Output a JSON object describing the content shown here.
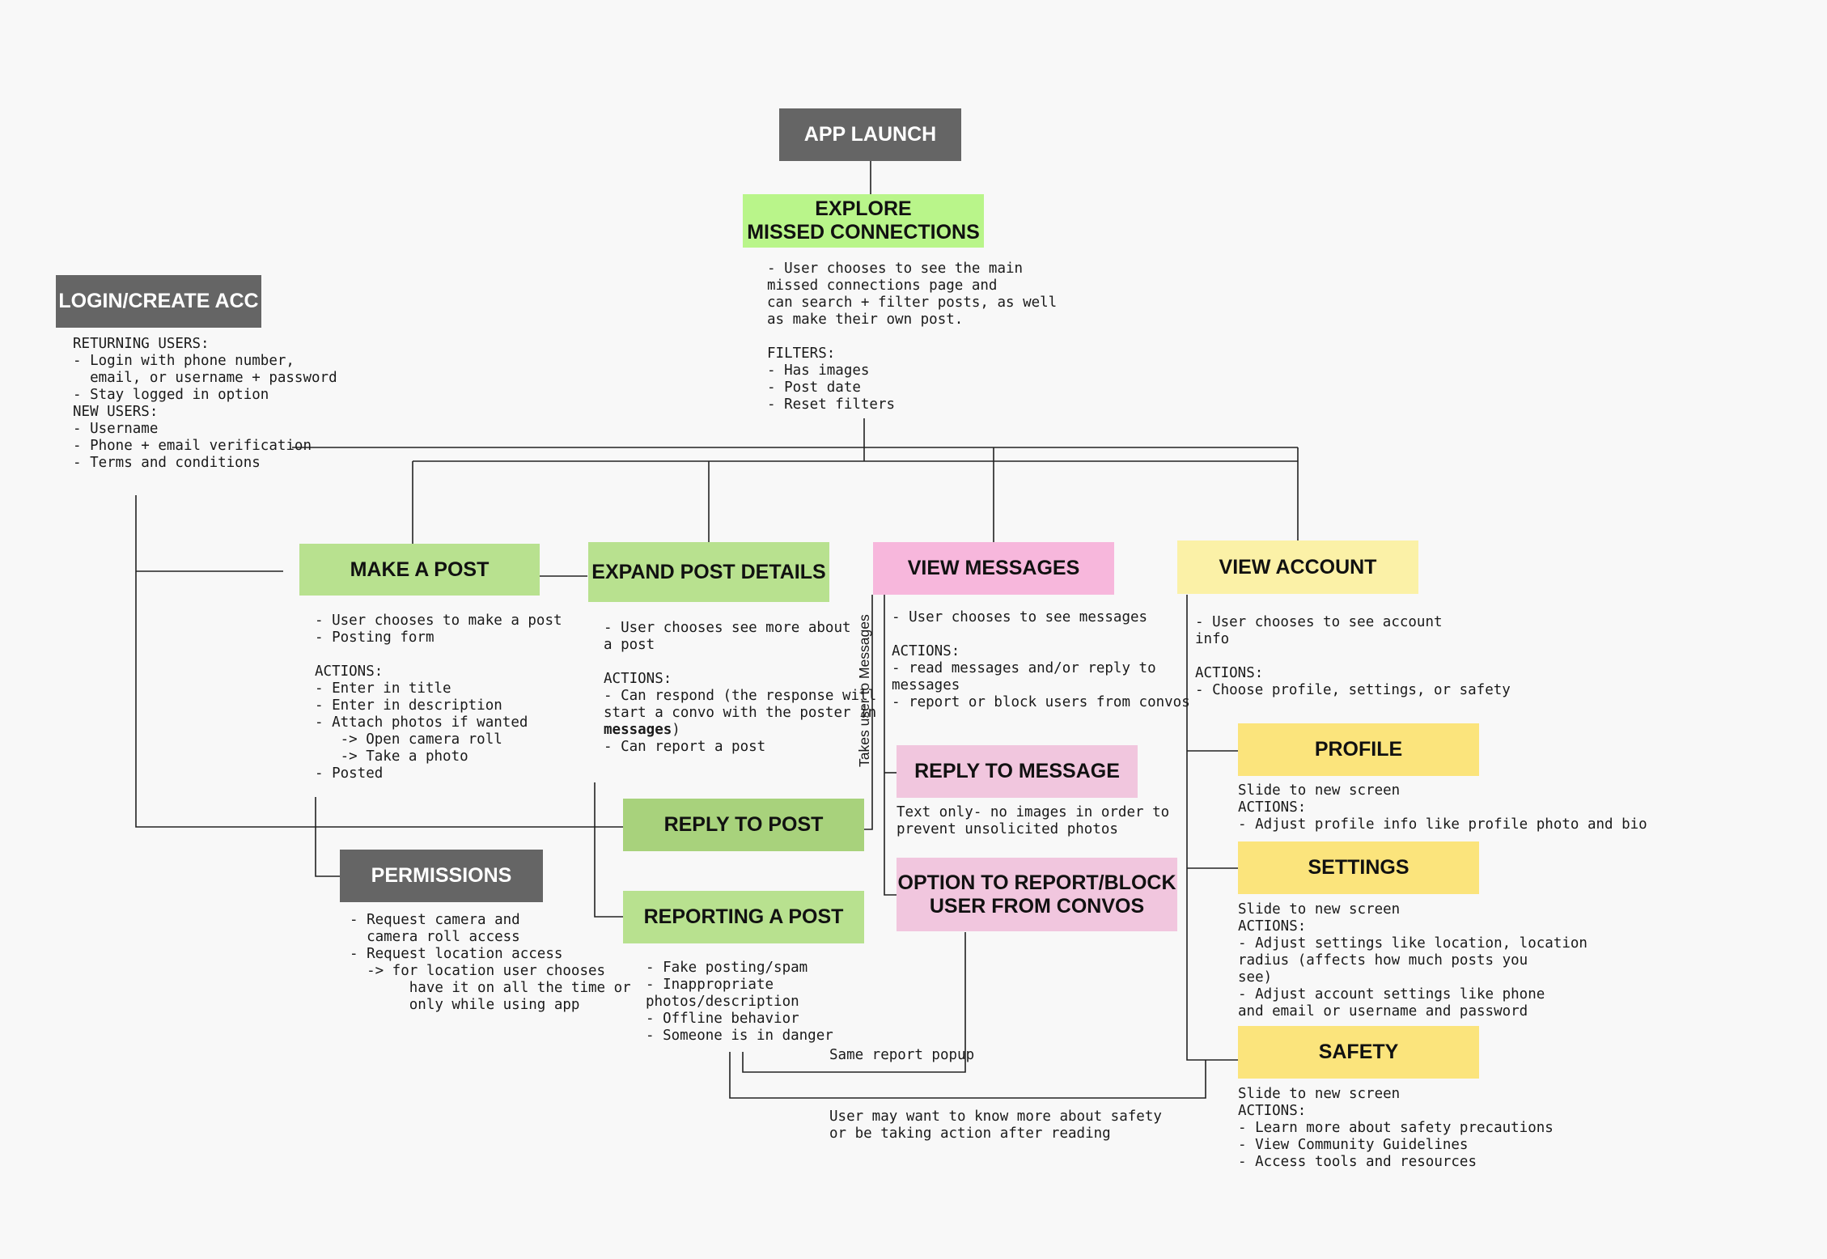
{
  "nodes": {
    "app_launch": "APP LAUNCH",
    "explore": "EXPLORE\nMISSED CONNECTIONS",
    "login": "LOGIN/CREATE ACC",
    "make_post": "MAKE A POST",
    "expand_post": "EXPAND POST DETAILS",
    "view_messages": "VIEW MESSAGES",
    "view_account": "VIEW ACCOUNT",
    "reply_to_post": "REPLY TO POST",
    "reporting_post": "REPORTING A POST",
    "permissions": "PERMISSIONS",
    "reply_to_message": "REPLY TO MESSAGE",
    "report_block": "OPTION TO REPORT/BLOCK\nUSER FROM CONVOS",
    "profile": "PROFILE",
    "settings": "SETTINGS",
    "safety": "SAFETY"
  },
  "notes": {
    "explore": "- User chooses to see the main\nmissed connections page and\ncan search + filter posts, as well\nas make their own post.\n\nFILTERS:\n- Has images\n- Post date\n- Reset filters",
    "login": "RETURNING USERS:\n- Login with phone number,\n  email, or username + password\n- Stay logged in option\nNEW USERS:\n- Username\n- Phone + email verification\n- Terms and conditions",
    "make_post": "- User chooses to make a post\n- Posting form\n\nACTIONS:\n- Enter in title\n- Enter in description\n- Attach photos if wanted\n   -> Open camera roll\n   -> Take a photo\n- Posted",
    "expand_post_a": "- User chooses see more about\na post\n\nACTIONS:\n- Can respond (the response will\nstart a convo with the poster in\n",
    "expand_post_bold": "messages",
    "expand_post_b": ")\n- Can report a post",
    "view_messages": "- User chooses to see messages\n\nACTIONS:\n- read messages and/or reply to\nmessages\n- report or block users from convos",
    "view_account": "- User chooses to see account\ninfo\n\nACTIONS:\n- Choose profile, settings, or safety",
    "permissions": "- Request camera and\n  camera roll access\n- Request location access\n  -> for location user chooses\n       have it on all the time or\n       only while using app",
    "reporting_post": "- Fake posting/spam\n- Inappropriate\nphotos/description\n- Offline behavior\n- Someone is in danger",
    "reply_to_message": "Text only- no images in order to\nprevent unsolicited photos",
    "profile": "Slide to new screen\nACTIONS:\n- Adjust profile info like profile photo and bio",
    "settings": "Slide to new screen\nACTIONS:\n- Adjust settings like location, location\nradius (affects how much posts you\nsee)\n- Adjust account settings like phone\nand email or username and password",
    "safety": "Slide to new screen\nACTIONS:\n- Learn more about safety precautions\n- View Community Guidelines\n- Access tools and resources",
    "same_report": "Same report popup",
    "safety_link": "User may want to know more about safety\nor be taking action after reading",
    "takes_user": "Takes user to Messages"
  },
  "colors": {
    "dark": "#656565",
    "explore_green": "#b9f58a",
    "post_green": "#b8e18f",
    "reply_green": "#a8d27c",
    "messages_pink": "#f7b7dc",
    "sub_pink": "#f1c6de",
    "account_cream": "#fbf1a7",
    "sub_yellow": "#fbe47c",
    "line": "#222222"
  }
}
